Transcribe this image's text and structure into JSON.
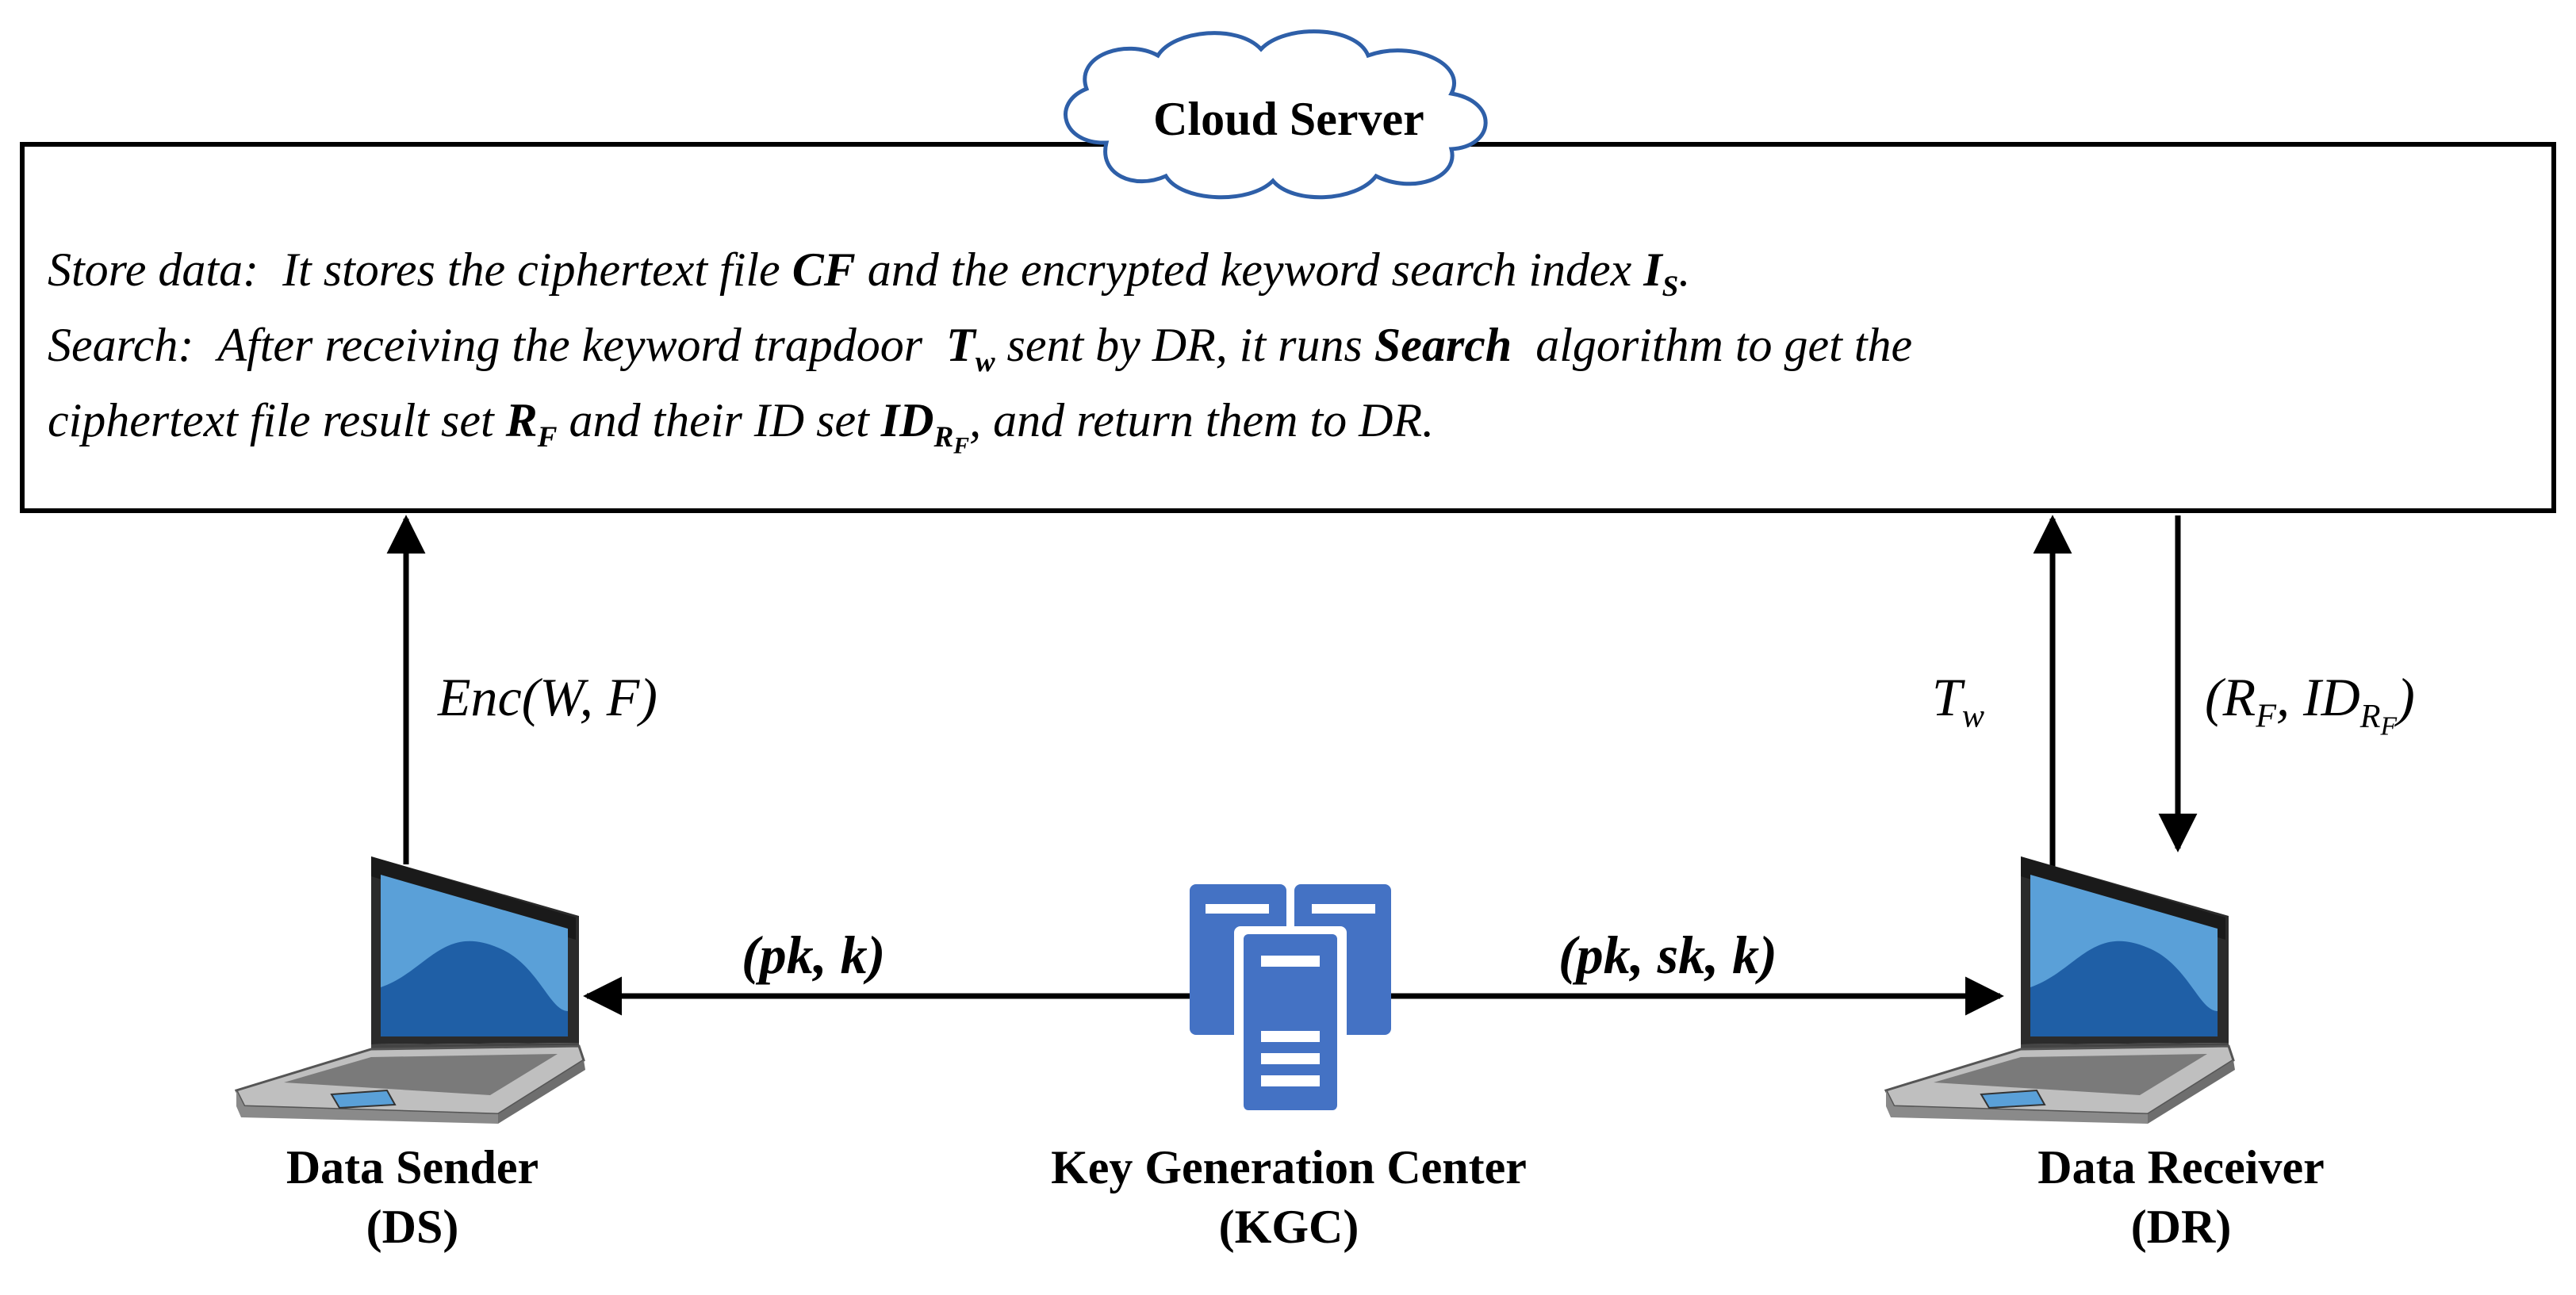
{
  "cloud": {
    "label": "Cloud Server"
  },
  "server_box": {
    "store_prefix": "Store data:",
    "store_text_1": "It stores the ciphertext file",
    "store_cf": "CF",
    "store_text_2": "and the encrypted keyword search index",
    "store_is": "I",
    "store_is_sub": "S",
    "store_end": ".",
    "search_prefix": "Search:",
    "search_text_1": "After receiving the keyword trapdoor",
    "search_tw": "T",
    "search_tw_sub": "w",
    "search_text_2": "sent by DR, it runs",
    "search_algo": "Search",
    "search_text_3": "algorithm to get the",
    "line3_text_1": "ciphertext file result set",
    "line3_rf": "R",
    "line3_rf_sub": "F",
    "line3_text_2": "and their ID set",
    "line3_id": "ID",
    "line3_id_sub": "R",
    "line3_id_subsub": "F",
    "line3_text_3": ", and return them to DR."
  },
  "arrows": {
    "enc_label": "Enc(W, F)",
    "tw_main": "T",
    "tw_sub": "w",
    "result_open": "(R",
    "result_rf_sub": "F",
    "result_mid": ", ID",
    "result_id_sub": "R",
    "result_id_subsub": "F",
    "result_close": ")",
    "ds_key": "(pk, k)",
    "dr_key": "(pk, sk, k)"
  },
  "nodes": {
    "sender_name": "Data Sender",
    "sender_abbr": "(DS)",
    "kgc_name": "Key Generation Center",
    "kgc_abbr": "(KGC)",
    "receiver_name": "Data Receiver",
    "receiver_abbr": "(DR)"
  },
  "icons": [
    "cloud-icon",
    "laptop-icon",
    "server-icon"
  ],
  "colors": {
    "laptop_screen": "#5aa0d8",
    "laptop_wave": "#1f5fa6",
    "server_blue": "#4472c4",
    "cloud_stroke": "#2e5fa8"
  }
}
